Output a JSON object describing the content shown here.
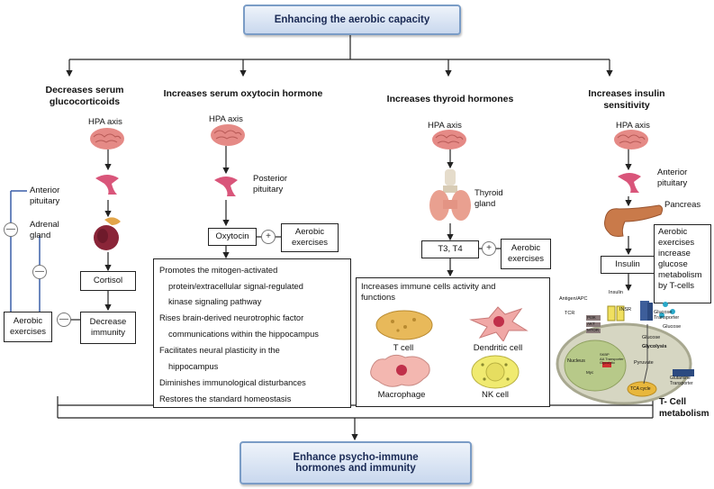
{
  "top_title": "Enhancing the aerobic capacity",
  "bottom_title": "Enhance psycho-immune\nhormones and immunity",
  "col1": {
    "header": "Decreases serum\nglucocorticoids",
    "hpa": "HPA axis",
    "cortisol": "Cortisol",
    "decrease_immunity": "Decrease\nimmunity",
    "anterior_pituitary": "Anterior\npituitary",
    "adrenal_gland": "Adrenal\ngland",
    "aerobic_exercises": "Aerobic\nexercises",
    "minus": "—"
  },
  "col2": {
    "header": "Increases serum oxytocin hormone",
    "hpa": "HPA axis",
    "posterior_pituitary": "Posterior\npituitary",
    "oxytocin": "Oxytocin",
    "plus": "+",
    "aerobic_exercises": "Aerobic\nexercises",
    "effects": [
      "Promotes the mitogen-activated",
      "protein/extracellular signal-regulated",
      "kinase signaling pathway",
      "Rises brain-derived neurotrophic factor",
      "communications within the hippocampus",
      "Facilitates neural plasticity in the",
      "hippocampus",
      "Diminishes immunological disturbances",
      "Restores the standard homeostasis"
    ]
  },
  "col3": {
    "header": "Increases thyroid hormones",
    "hpa": "HPA axis",
    "thyroid": "Thyroid\ngland",
    "t3t4": "T3, T4",
    "plus": "+",
    "aerobic_exercises": "Aerobic\nexercises",
    "immune_title": "Increases immune cells activity and\nfunctions",
    "cells": [
      "T cell",
      "Dendritic cell",
      "Macrophage",
      "NK cell"
    ]
  },
  "col4": {
    "header": "Increases insulin\nsensitivity",
    "hpa": "HPA axis",
    "anterior_pituitary": "Anterior\npituitary",
    "pancreas": "Pancreas",
    "insulin": "Insulin",
    "aerobic_note": "Aerobic\nexercises\nincrease\nglucose\nmetabolism\nby T-cells",
    "tcell_metabolism": "T- Cell\nmetabolism",
    "diagram_labels": {
      "antigen": "Antigen/APC",
      "tcr": "TCR",
      "insulin": "Insulin",
      "insr": "INSR",
      "glucose_transporter": "Glucose\nTransporter",
      "glucose": "Glucose",
      "glycolysis": "Glycolysis",
      "nucleus": "Nucleus",
      "pyruvate": "Pyruvate",
      "tca": "TCA cycle",
      "glutamine_transporter": "Glutamine\nTransporter",
      "pi3k": "PI3K",
      "akt": "AKT",
      "mtor": "MTOR",
      "myc": "Myc",
      "text_block": "SKBP\nAA Transporter\nGlycolytic"
    }
  },
  "colors": {
    "brain": "#e58a86",
    "pituitary": "#d9557a",
    "cell_membrane": "#c8c8b4",
    "nucleus": "#b7c989",
    "tca": "#e8b73c",
    "title_border": "#7a9cc6",
    "feedback_line": "#3a5fa8"
  }
}
